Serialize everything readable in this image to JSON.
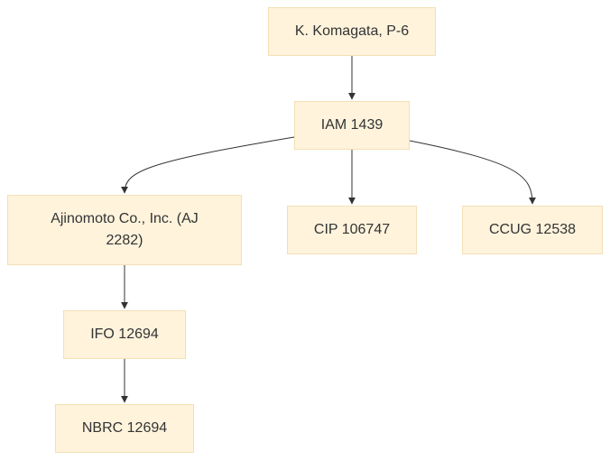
{
  "diagram": {
    "colors": {
      "node_fill": "#fff3dc",
      "node_border": "#f2e0b5",
      "edge": "#333333",
      "text": "#333333"
    },
    "nodes": {
      "root": {
        "label": "K. Komagata, P-6"
      },
      "iam": {
        "label": "IAM 1439"
      },
      "ajino": {
        "label": "Ajinomoto Co., Inc. (AJ 2282)"
      },
      "cip": {
        "label": "CIP 106747"
      },
      "ccug": {
        "label": "CCUG 12538"
      },
      "ifo": {
        "label": "IFO 12694"
      },
      "nbrc": {
        "label": "NBRC 12694"
      }
    },
    "edges": [
      {
        "from": "K. Komagata, P-6",
        "to": "IAM 1439"
      },
      {
        "from": "IAM 1439",
        "to": "Ajinomoto Co., Inc. (AJ 2282)"
      },
      {
        "from": "IAM 1439",
        "to": "CIP 106747"
      },
      {
        "from": "IAM 1439",
        "to": "CCUG 12538"
      },
      {
        "from": "Ajinomoto Co., Inc. (AJ 2282)",
        "to": "IFO 12694"
      },
      {
        "from": "IFO 12694",
        "to": "NBRC 12694"
      }
    ]
  }
}
